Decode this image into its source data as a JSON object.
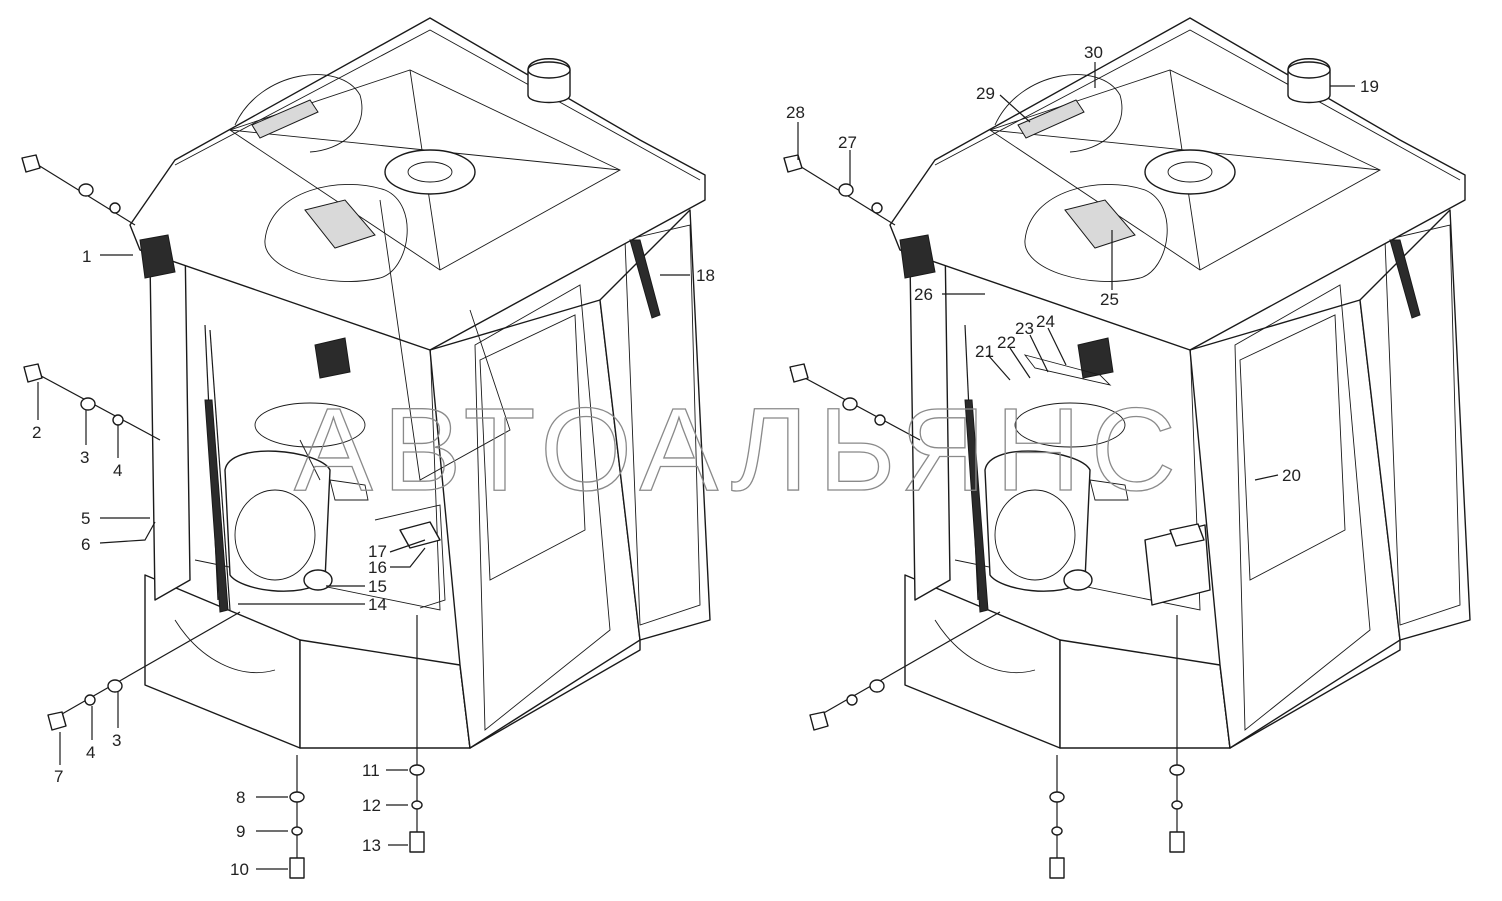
{
  "watermark": "АВТОАЛЬЯНС",
  "callouts": [
    "1",
    "2",
    "3",
    "4",
    "5",
    "6",
    "7",
    "8",
    "9",
    "10",
    "11",
    "12",
    "13",
    "14",
    "15",
    "16",
    "17",
    "18",
    "19",
    "20",
    "21",
    "22",
    "23",
    "24",
    "25",
    "26",
    "27",
    "28",
    "29",
    "30"
  ],
  "secondary_callouts": {
    "c3b": "3",
    "c4b": "4"
  },
  "colors": {
    "line": "#1a1a1a",
    "watermark": "#8a8a8a",
    "background": "#ffffff"
  }
}
